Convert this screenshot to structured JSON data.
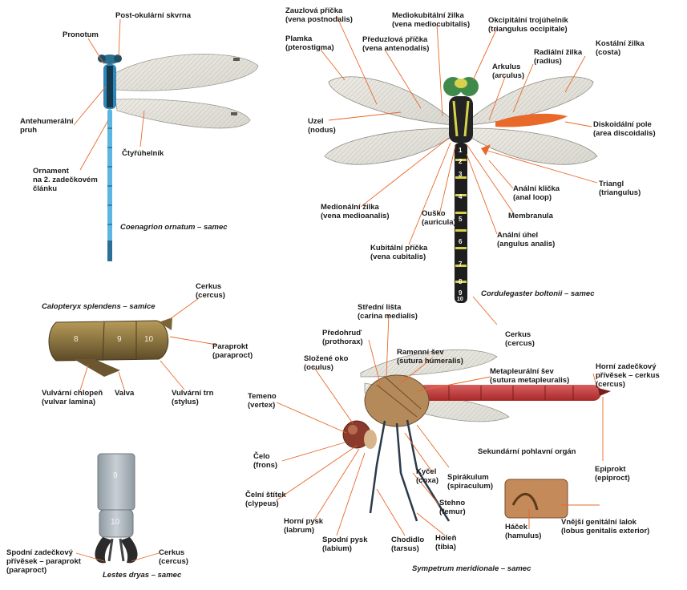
{
  "colors": {
    "leader": "#e8692a",
    "discoidal": "#e8692a",
    "azure": "#4fa6d8",
    "red_abdomen": "#c23a3a"
  },
  "coenagrion": {
    "caption": "Coenagrion ornatum – samec",
    "post_ocular": "Post-okulární skvrna",
    "pronotum": "Pronotum",
    "antehumeral_1": "Antehumerální",
    "antehumeral_2": "pruh",
    "quadrilateral": "Čtyřúhelník",
    "ornament_1": "Ornament",
    "ornament_2": "na 2. zadečkovém",
    "ornament_3": "článku"
  },
  "cordulegaster": {
    "caption": "Cordulegaster boltonii – samec",
    "postnodal_1": "Zauzlová příčka",
    "postnodal_2": "(vena postnodalis)",
    "mediocubital_1": "Mediokubitální žilka",
    "mediocubital_2": "(vena mediocubitalis)",
    "occipital_1": "Okcipitální trojúhelník",
    "occipital_2": "(triangulus occipitale)",
    "pterostigma_1": "Plamka",
    "pterostigma_2": "(pterostigma)",
    "antenodal_1": "Předuzlová příčka",
    "antenodal_2": "(vena antenodalis)",
    "costa_1": "Kostální žilka",
    "costa_2": "(costa)",
    "radius_1": "Radiální žilka",
    "radius_2": "(radius)",
    "arculus_1": "Arkulus",
    "arculus_2": "(arculus)",
    "nodus_1": "Uzel",
    "nodus_2": "(nodus)",
    "discoidal_1": "Diskoidální pole",
    "discoidal_2": "(area discoidalis)",
    "triangle_1": "Triangl",
    "triangle_2": "(triangulus)",
    "anal_loop_1": "Anální klička",
    "anal_loop_2": "(anal loop)",
    "medioanal_1": "Medionální žilka",
    "medioanal_2": "(vena medioanalis)",
    "auricle_1": "Ouško",
    "auricle_2": "(auricula)",
    "membranule": "Membranula",
    "anal_angle_1": "Anální úhel",
    "anal_angle_2": "(angulus analis)",
    "cubital_1": "Kubitální příčka",
    "cubital_2": "(vena cubitalis)",
    "cercus_1": "Cerkus",
    "cercus_2": "(cercus)",
    "segments": [
      "1",
      "2",
      "3",
      "4",
      "5",
      "6",
      "7",
      "8",
      "9",
      "10"
    ]
  },
  "calopteryx": {
    "caption": "Calopteryx splendens – samice",
    "cercus_1": "Cerkus",
    "cercus_2": "(cercus)",
    "paraproct_1": "Paraprokt",
    "paraproct_2": "(paraproct)",
    "vulvar_1": "Vulvární chlopeň",
    "vulvar_2": "(vulvar lamina)",
    "valva": "Valva",
    "stylus_1": "Vulvární trn",
    "stylus_2": "(stylus)",
    "segments": [
      "8",
      "9",
      "10"
    ]
  },
  "lestes": {
    "caption": "Lestes dryas – samec",
    "paraproct_1": "Spodní zadečkový",
    "paraproct_2": "přívěsek – paraprokt",
    "paraproct_3": "(paraproct)",
    "cercus_1": "Cerkus",
    "cercus_2": "(cercus)",
    "segments": [
      "9",
      "10"
    ]
  },
  "sympetrum": {
    "caption": "Sympetrum meridionale – samec",
    "medial_1": "Střední lišta",
    "medial_2": "(carina medialis)",
    "prothorax_1": "Předohruď",
    "prothorax_2": "(prothorax)",
    "humeral_1": "Ramenní šev",
    "humeral_2": "(sutura humeralis)",
    "eye_1": "Složené oko",
    "eye_2": "(oculus)",
    "metapleural_1": "Metapleurální šev",
    "metapleural_2": "(sutura metapleuralis)",
    "vertex_1": "Temeno",
    "vertex_2": "(vertex)",
    "cercus_1": "Horní zadečkový",
    "cercus_2": "přívěsek – cerkus",
    "cercus_3": "(cercus)",
    "secondary": "Sekundární pohlavní orgán",
    "frons_1": "Čelo",
    "frons_2": "(frons)",
    "coxa_1": "Kyčel",
    "coxa_2": "(coxa)",
    "spiracle_1": "Spirákulum",
    "spiracle_2": "(spiraculum)",
    "epiproct_1": "Epiprokt",
    "epiproct_2": "(epiproct)",
    "clypeus_1": "Čelní štítek",
    "clypeus_2": "(clypeus)",
    "femur_1": "Stehno",
    "femur_2": "(femur)",
    "labrum_1": "Horní pysk",
    "labrum_2": "(labrum)",
    "hamulus_1": "Háček",
    "hamulus_2": "(hamulus)",
    "genital_lobe_1": "Vnější genitální lalok",
    "genital_lobe_2": "(lobus genitalis exterior)",
    "labium_1": "Spodní pysk",
    "labium_2": "(labium)",
    "tarsus_1": "Chodidlo",
    "tarsus_2": "(tarsus)",
    "tibia_1": "Holeň",
    "tibia_2": "(tibia)"
  }
}
